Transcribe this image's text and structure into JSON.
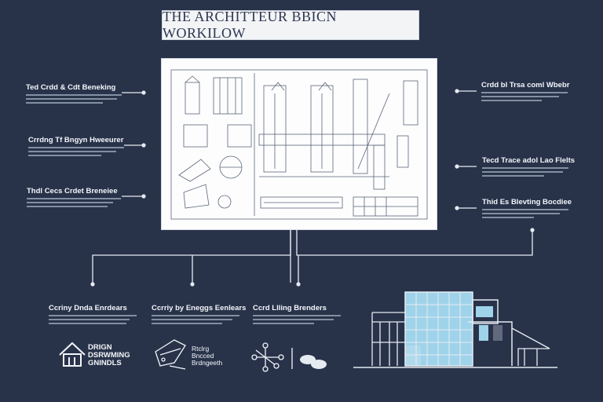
{
  "title": "THE ARCHITTEUR BBICN WORKILOW",
  "left_blocks": [
    {
      "heading": "Ted Crdd & Cdt Beneking"
    },
    {
      "heading": "Crrdng Tf Bngyn Hweeurer"
    },
    {
      "heading": "Thdl Cecs Crdet Breneiee"
    }
  ],
  "right_blocks": [
    {
      "heading": "Crdd bl Trsa coml Wbebr"
    },
    {
      "heading": "Tecd Trace adol Lao Flelts"
    },
    {
      "heading": "Thid Es Blevting Bocdiee"
    }
  ],
  "bottom_blocks": [
    {
      "heading": "Ccriny Dnda Enrdears"
    },
    {
      "heading": "Ccrriy by Eneggs Eenlears"
    },
    {
      "heading": "Ccrd Llling Brenders"
    }
  ],
  "bottom_icons": {
    "house_label": "DRIGN DSRWMING GNINDLS",
    "house_label_lines": [
      "DRIGN",
      "DSRWMING",
      "GNINDLS"
    ],
    "tool_label_lines": [
      "Rtclrg",
      "Bncced",
      "Brdngeeth"
    ]
  },
  "colors": {
    "background": "#28334a",
    "accent": "#9fd3ea",
    "line": "#e8edf3"
  }
}
